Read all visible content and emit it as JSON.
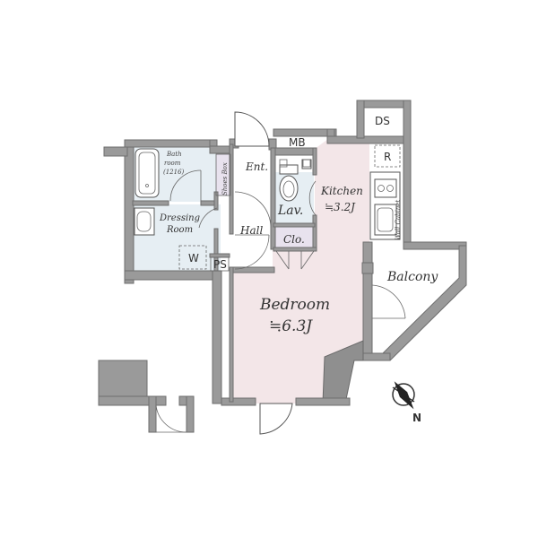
{
  "rooms": {
    "bath": "Bath",
    "bath_room": "room",
    "bath_size": "(1216)",
    "shoes_box": "Shoes Box",
    "entrance": "Ent.",
    "mb": "MB",
    "ds": "DS",
    "refrigerator": "R",
    "kitchen": "Kitchen",
    "kitchen_area": "≒3.2J",
    "lavatory": "Lav.",
    "dressing": "Dressing",
    "dressing_room": "Room",
    "hall": "Hall",
    "closet": "Clo.",
    "wall_cabinet": "Wall Cabinet",
    "washer": "W",
    "ps": "PS",
    "balcony": "Balcony",
    "bedroom": "Bedroom",
    "bedroom_area": "≒6.3J"
  },
  "compass": {
    "north": "N"
  },
  "colors": {
    "bedroom_fill": "#f3e6e8",
    "storage_fill": "#e8e2ee",
    "wet_fill": "#e6eef3",
    "wall": "#9a9a9a"
  }
}
